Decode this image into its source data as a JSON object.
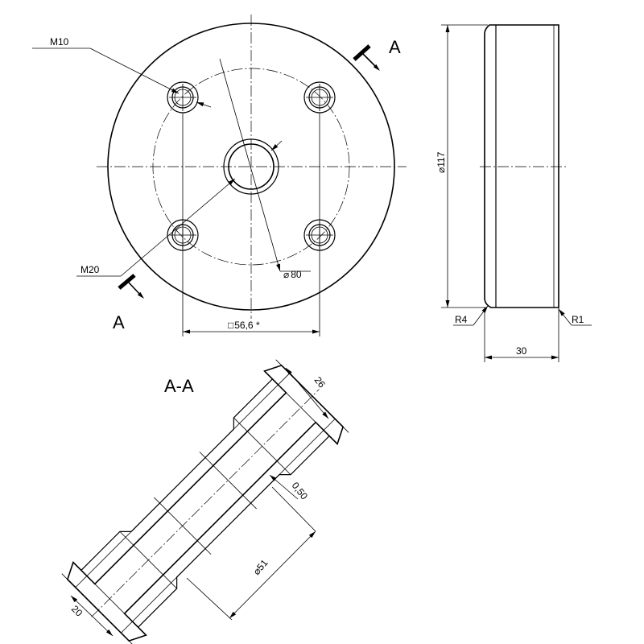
{
  "front_view": {
    "thread_small": "M10",
    "thread_large": "M20",
    "pitch_circle": "80",
    "hole_square": "56,6 *"
  },
  "side_view": {
    "diameter": "117",
    "width": "30",
    "radius_left": "R4",
    "radius_right": "R1"
  },
  "section_marker": {
    "letter_top": "A",
    "letter_bottom": "A",
    "section_title": "A-A"
  },
  "section_view": {
    "dim_top": "26",
    "dim_chamfer": "0,50",
    "dim_diameter": "51",
    "dim_bottom": "20"
  },
  "symbols": {
    "diameter_glyph": "⌀",
    "square_glyph": "□"
  }
}
